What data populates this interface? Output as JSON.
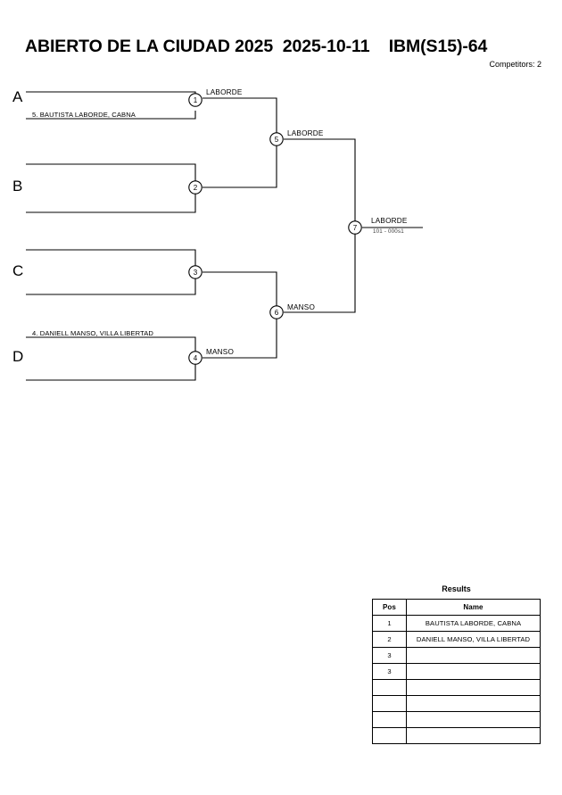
{
  "header": {
    "title": "ABIERTO DE LA CIUDAD 2025  2025-10-11    IBM(S15)-64",
    "tournament_name": "ABIERTO DE LA CIUDAD 2025",
    "date": "2025-10-11",
    "event_code": "IBM(S15)-64",
    "competitors_label": "Competitors: 2"
  },
  "bracket": {
    "groups": [
      {
        "label": "A"
      },
      {
        "label": "B"
      },
      {
        "label": "C"
      },
      {
        "label": "D"
      }
    ],
    "matches": [
      {
        "number": "1",
        "entrant_top": "5. BAUTISTA LABORDE, CABNA",
        "entrant_bottom": "",
        "winner": "LABORDE",
        "score": ""
      },
      {
        "number": "2",
        "entrant_top": "",
        "entrant_bottom": "",
        "winner": "",
        "score": ""
      },
      {
        "number": "3",
        "entrant_top": "",
        "entrant_bottom": "",
        "winner": "",
        "score": ""
      },
      {
        "number": "4",
        "entrant_top": "4. DANIELL MANSO, VILLA LIBERTAD",
        "entrant_bottom": "",
        "winner": "MANSO",
        "score": ""
      },
      {
        "number": "5",
        "entrant_top": "",
        "entrant_bottom": "",
        "winner": "LABORDE",
        "score": ""
      },
      {
        "number": "6",
        "entrant_top": "",
        "entrant_bottom": "",
        "winner": "MANSO",
        "score": ""
      },
      {
        "number": "7",
        "entrant_top": "",
        "entrant_bottom": "",
        "winner": "LABORDE",
        "score": "101 - 000s1"
      }
    ]
  },
  "results": {
    "caption": "Results",
    "columns": [
      "Pos",
      "Name"
    ],
    "rows": [
      {
        "pos": "1",
        "name": "BAUTISTA LABORDE, CABNA"
      },
      {
        "pos": "2",
        "name": "DANIELL MANSO, VILLA LIBERTAD"
      },
      {
        "pos": "3",
        "name": ""
      },
      {
        "pos": "3",
        "name": ""
      },
      {
        "pos": "",
        "name": ""
      },
      {
        "pos": "",
        "name": ""
      },
      {
        "pos": "",
        "name": ""
      },
      {
        "pos": "",
        "name": ""
      }
    ]
  },
  "colors": {
    "line": "#000000",
    "background": "#ffffff",
    "text": "#000000"
  }
}
